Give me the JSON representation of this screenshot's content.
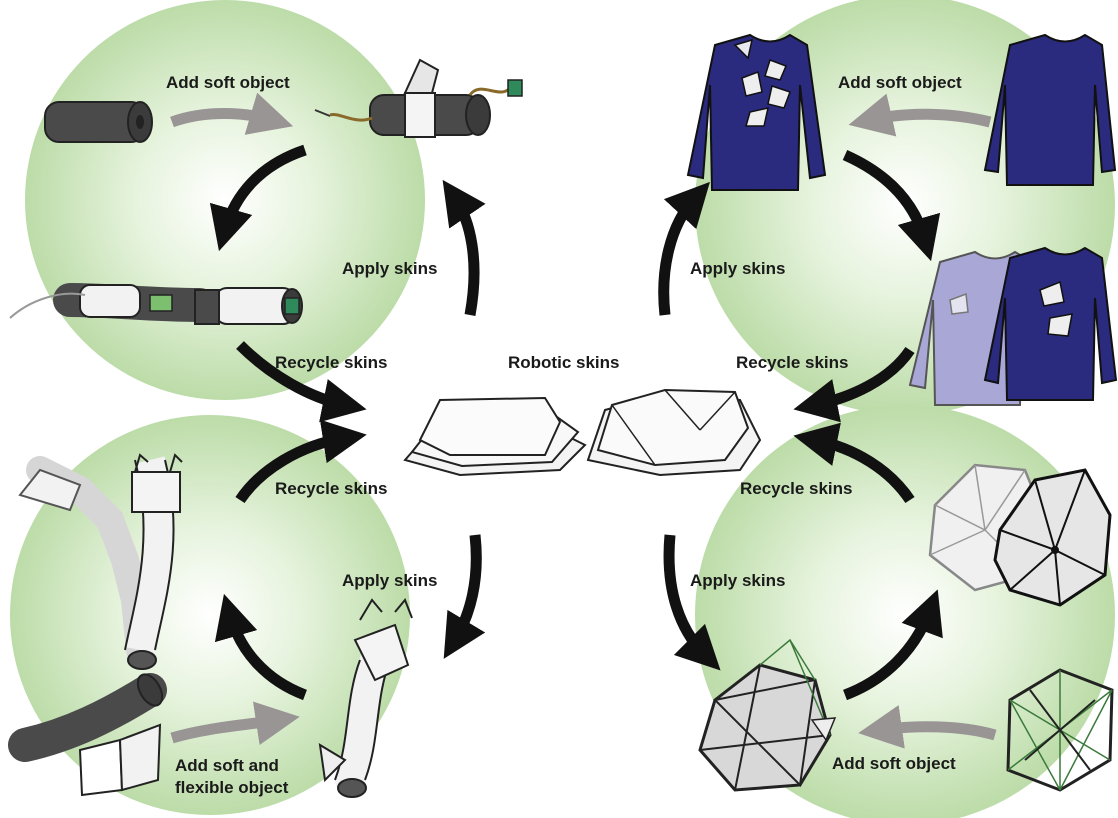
{
  "center": {
    "title": "Robotic skins"
  },
  "quadrants": {
    "top_left": {
      "add_label": "Add soft object",
      "apply_label": "Apply skins",
      "recycle_label": "Recycle skins"
    },
    "top_right": {
      "add_label": "Add soft object",
      "apply_label": "Apply skins",
      "recycle_label": "Recycle skins"
    },
    "bottom_left": {
      "add_label": "Add soft and flexible object",
      "apply_label": "Apply skins",
      "recycle_label": "Recycle skins"
    },
    "bottom_right": {
      "add_label": "Add soft object",
      "apply_label": "Apply skins",
      "recycle_label": "Recycle skins"
    }
  },
  "colors": {
    "glow_green": "#bfe0ad",
    "arrow_black": "#111111",
    "arrow_gray": "#9a9595",
    "shirt_navy": "#2a2a7e",
    "shirt_lavender": "#a9a7d6",
    "foam_gray": "#4a4a4a"
  }
}
